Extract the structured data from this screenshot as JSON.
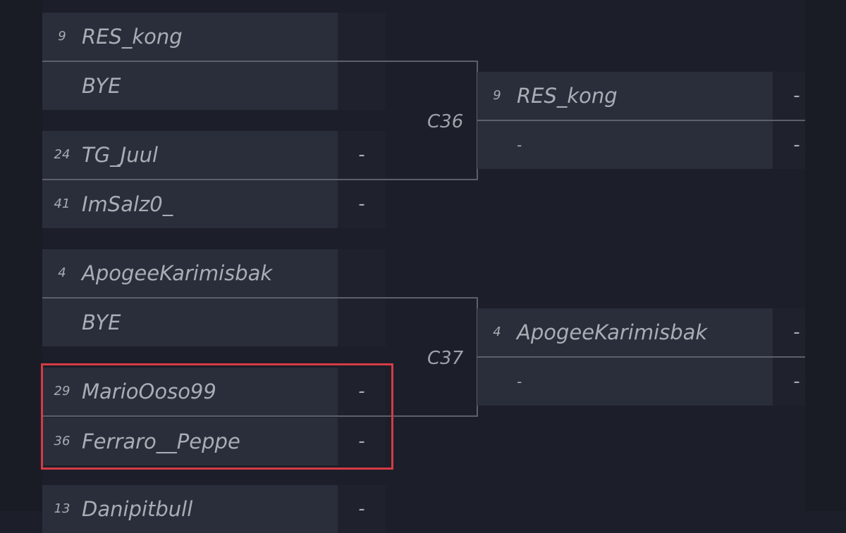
{
  "round1": {
    "match1": {
      "label": "C36",
      "top": {
        "seed": "9",
        "name": "RES_kong",
        "score": ""
      },
      "bottom": {
        "seed": "",
        "name": "BYE",
        "score": ""
      }
    },
    "match2": {
      "top": {
        "seed": "24",
        "name": "TG_Juul",
        "score": "-"
      },
      "bottom": {
        "seed": "41",
        "name": "ImSalz0_",
        "score": "-"
      }
    },
    "match3": {
      "label": "C37",
      "top": {
        "seed": "4",
        "name": "ApogeeKarimisbak",
        "score": ""
      },
      "bottom": {
        "seed": "",
        "name": "BYE",
        "score": ""
      }
    },
    "match4": {
      "top": {
        "seed": "29",
        "name": "MarioOoso99",
        "score": "-"
      },
      "bottom": {
        "seed": "36",
        "name": "Ferraro__Peppe",
        "score": "-"
      }
    },
    "match5": {
      "top": {
        "seed": "13",
        "name": "Danipitbull",
        "score": "-"
      }
    }
  },
  "round2": {
    "match1": {
      "top": {
        "seed": "9",
        "name": "RES_kong",
        "score": "-"
      },
      "bottom": {
        "seed": "",
        "name": "-",
        "score": "-"
      }
    },
    "match2": {
      "top": {
        "seed": "4",
        "name": "ApogeeKarimisbak",
        "score": "-"
      },
      "bottom": {
        "seed": "",
        "name": "-",
        "score": "-"
      }
    }
  },
  "colors": {
    "background": "#1c1f29",
    "name_cell": "#2a2e3a",
    "score_cell": "#1f222c",
    "connector": "#5c606b",
    "highlight": "#d63b45",
    "text": "#a9adb5"
  }
}
